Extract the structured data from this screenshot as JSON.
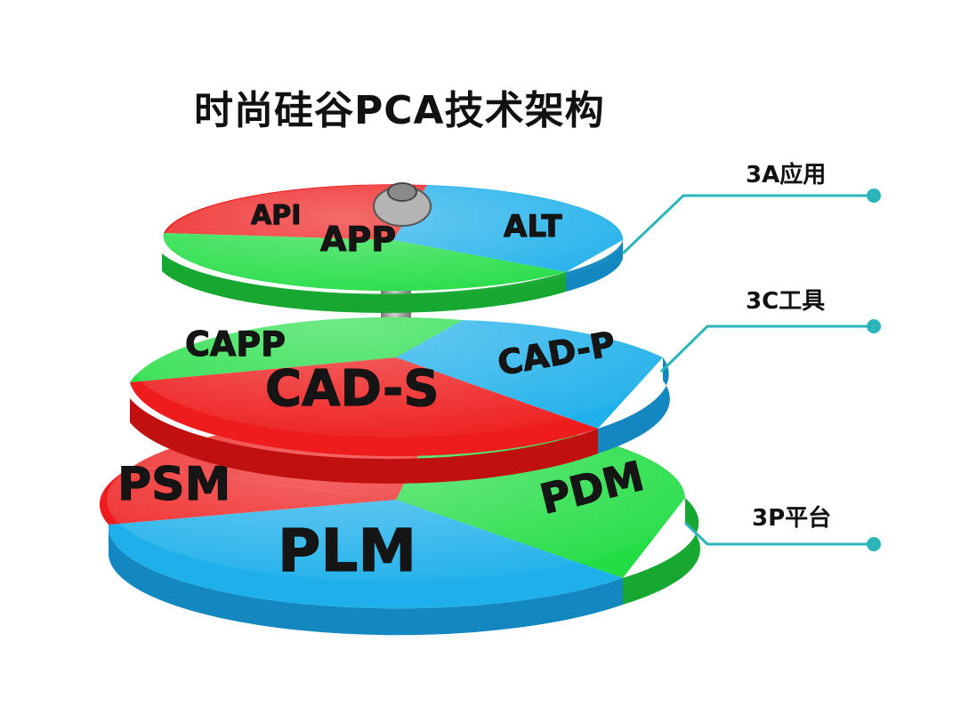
{
  "title": "时尚硅谷PCA技术架构",
  "layers": [
    {
      "label": "3A应用",
      "segments": [
        {
          "name": "API",
          "color": "#ee1c1c"
        },
        {
          "name": "APP",
          "color": "#22dd44"
        },
        {
          "name": "ALT",
          "color": "#1eb0ea"
        }
      ]
    },
    {
      "label": "3C工具",
      "segments": [
        {
          "name": "CAPP",
          "color": "#22dd44"
        },
        {
          "name": "CAD-S",
          "color": "#ee1c1c"
        },
        {
          "name": "CAD-P",
          "color": "#1eb0ea"
        }
      ]
    },
    {
      "label": "3P平台",
      "segments": [
        {
          "name": "PSM",
          "color": "#ee1c1c"
        },
        {
          "name": "PLM",
          "color": "#1eb0ea"
        },
        {
          "name": "PDM",
          "color": "#22dd44"
        }
      ]
    }
  ],
  "colors": {
    "connector": "#2bb5b8",
    "shaft": "#6e6e6e",
    "text": "#111111"
  }
}
